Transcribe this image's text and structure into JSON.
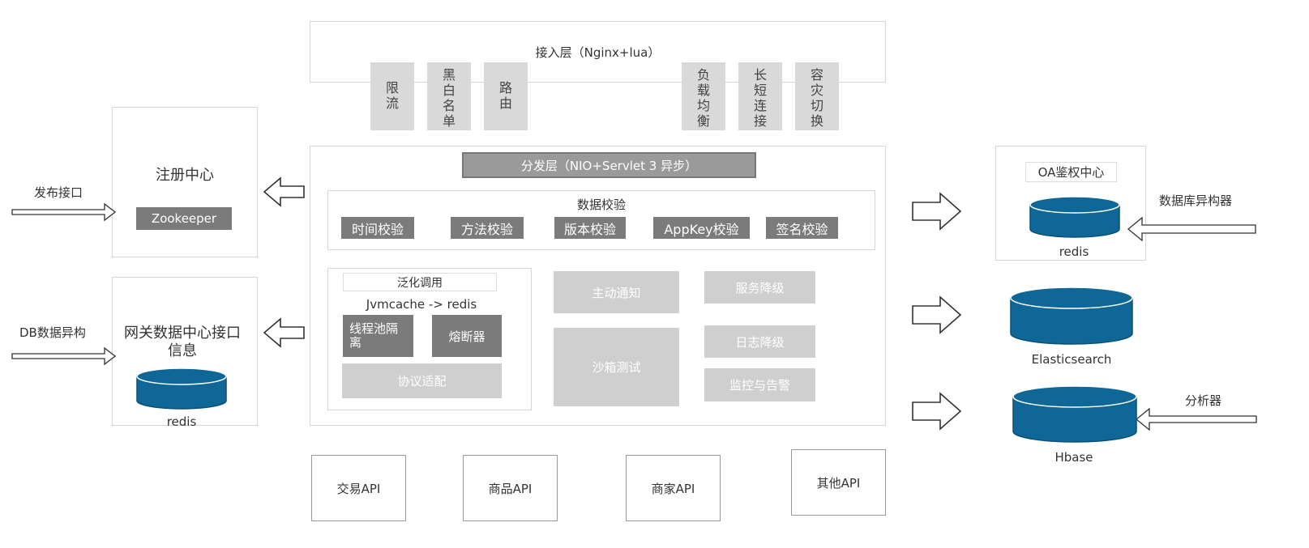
{
  "access_layer": {
    "title": "接入层（Nginx+lua）",
    "features_left": [
      {
        "label": "限流"
      },
      {
        "label": "黑白名单"
      },
      {
        "label": "路由"
      }
    ],
    "features_right": [
      {
        "label": "负载均衡"
      },
      {
        "label": "长短连接"
      },
      {
        "label": "容灾切换"
      }
    ]
  },
  "registry": {
    "title": "注册中心",
    "component": "Zookeeper",
    "inbound_label": "发布接口"
  },
  "gateway_data": {
    "title": "网关数据中心接口信息",
    "store": "redis",
    "inbound_label": "DB数据异构"
  },
  "dispatch_layer": {
    "title": "分发层（NIO+Servlet 3 异步）",
    "validation": {
      "title": "数据校验",
      "items": [
        "时间校验",
        "方法校验",
        "版本校验",
        "AppKey校验",
        "签名校验"
      ]
    },
    "generic_call": {
      "title": "泛化调用",
      "cache": "Jvmcache -> redis",
      "thread_isolation": "线程池隔离",
      "circuit_breaker": "熔断器",
      "protocol": "协议适配"
    },
    "notify": "主动通知",
    "sandbox": "沙箱测试",
    "service_degrade": "服务降级",
    "log_degrade": "日志降级",
    "monitor": "监控与告警"
  },
  "apis": [
    "交易API",
    "商品API",
    "商家API",
    "其他API"
  ],
  "right": {
    "oa": {
      "title": "OA鉴权中心",
      "store": "redis",
      "inbound_label": "数据库异构器"
    },
    "es": {
      "label": "Elasticsearch"
    },
    "hbase": {
      "label": "Hbase",
      "inbound_label": "分析器"
    }
  },
  "colors": {
    "cylinder": "#0e6796",
    "cylinder_stroke": "#0a4f74",
    "light_gray": "#d9d9d9",
    "dark_gray": "#7b7b7b"
  }
}
